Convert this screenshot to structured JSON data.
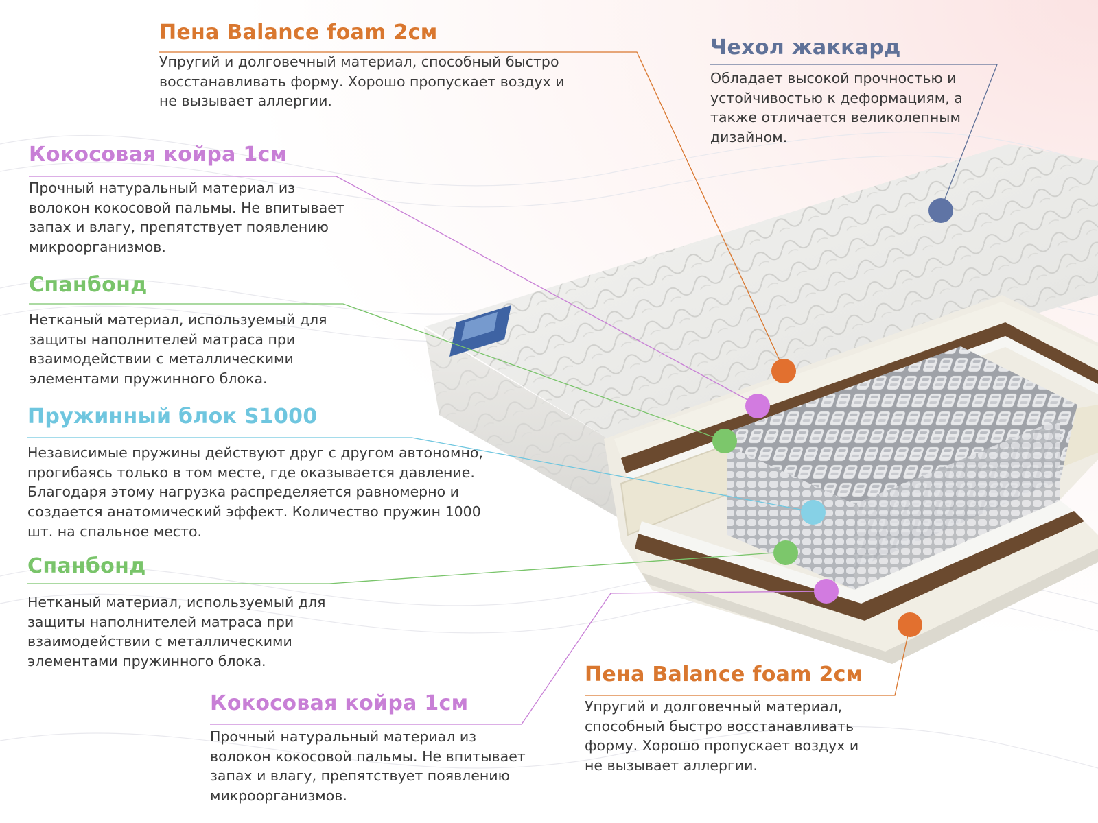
{
  "colors": {
    "orange": "#d9772f",
    "purple": "#c87fd6",
    "green": "#79c46a",
    "cyan": "#6fc6df",
    "blue": "#5f7198",
    "dot_orange": "#e2702f",
    "dot_purple": "#d27be0",
    "dot_green": "#7cc76b",
    "dot_cyan": "#86d1e6",
    "dot_blue": "#5f74a5"
  },
  "layers": [
    {
      "id": "foam-top",
      "title": "Пена Balance foam 2см",
      "desc": "Упругий и долговечный материал, способный быстро восстанавливать форму. Хорошо пропускает воздух и не вызывает аллергии.",
      "color": "orange"
    },
    {
      "id": "cover",
      "title": "Чехол жаккард",
      "desc": "Обладает высокой прочностью и устойчивостью к деформациям, а также отличается великолепным дизайном.",
      "color": "blue"
    },
    {
      "id": "coir-top",
      "title": "Кокосовая койра 1см",
      "desc": "Прочный натуральный материал из волокон кокосовой пальмы. Не впитывает запах и влагу, препятствует появлению микроорганизмов.",
      "color": "purple"
    },
    {
      "id": "spunbond-top",
      "title": "Спанбонд",
      "desc": "Нетканый материал, используемый для защиты наполнителей матраса при взаимодействии с металлическими элементами пружинного блока.",
      "color": "green"
    },
    {
      "id": "springs",
      "title": "Пружинный блок S1000",
      "desc": "Независимые пружины действуют друг с другом автономно, прогибаясь только в том месте, где оказывается давление. Благодаря этому нагрузка распределяется равномерно и создается анатомический эффект. Количество пружин 1000 шт. на спальное место.",
      "color": "cyan"
    },
    {
      "id": "spunbond-bottom",
      "title": "Спанбонд",
      "desc": "Нетканый материал, используемый для защиты наполнителей матраса при взаимодействии с металлическими элементами пружинного блока.",
      "color": "green"
    },
    {
      "id": "coir-bottom",
      "title": "Кокосовая койра 1см",
      "desc": "Прочный натуральный материал из волокон кокосовой пальмы. Не впитывает запах и влагу, препятствует появлению микроорганизмов.",
      "color": "purple"
    },
    {
      "id": "foam-bottom",
      "title": "Пена Balance foam 2см",
      "desc": "Упругий и долговечный материал, способный быстро восстанавливать форму. Хорошо пропускает воздух и не вызывает аллергии.",
      "color": "orange"
    }
  ]
}
